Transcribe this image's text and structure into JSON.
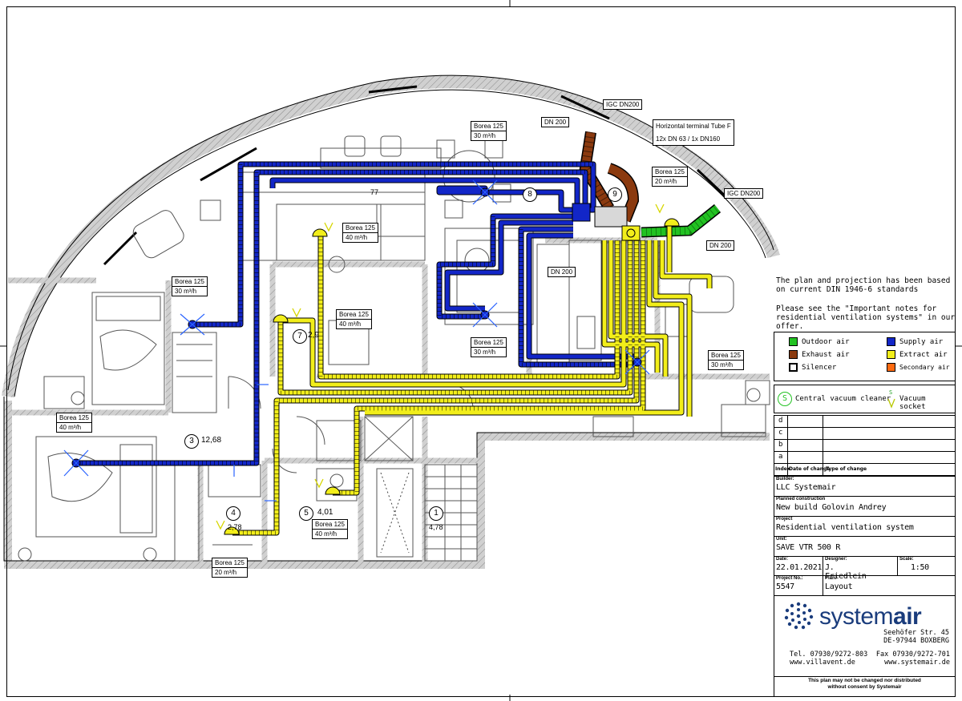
{
  "colors": {
    "outdoor_air": "#22c222",
    "exhaust_air": "#8b3a0f",
    "supply_air": "#1226c8",
    "extract_air": "#f2ee1a",
    "secondary_air": "#ff6a10",
    "wall": "#bdbdbd",
    "logo": "#1a3c7c"
  },
  "duct_labels": {
    "igc_dn200_top": "IGC DN200",
    "igc_dn200_right": "IGC DN200",
    "dn200_top": "DN 200",
    "dn200_right": "DN 200",
    "dn200_center": "DN 200",
    "terminal_tube_line1": "Horizontal terminal Tube F",
    "terminal_tube_line2": "12x DN 63 / 1x DN160"
  },
  "valves": [
    {
      "id": "v1",
      "name": "Borea 125",
      "flow": "30 m³/h"
    },
    {
      "id": "v2",
      "name": "Borea 125",
      "flow": "20 m³/h"
    },
    {
      "id": "v3",
      "name": "Borea 125",
      "flow": "40 m³/h"
    },
    {
      "id": "v4",
      "name": "Borea 125",
      "flow": "30 m³/h"
    },
    {
      "id": "v5",
      "name": "Borea 125",
      "flow": "40 m³/h"
    },
    {
      "id": "v6",
      "name": "Borea 125",
      "flow": "30 m³/h"
    },
    {
      "id": "v7",
      "name": "Borea 125",
      "flow": "30 m³/h"
    },
    {
      "id": "v8",
      "name": "Borea 125",
      "flow": "40 m³/h"
    },
    {
      "id": "v9",
      "name": "Borea 125",
      "flow": "40 m³/h"
    },
    {
      "id": "v10",
      "name": "Borea 125",
      "flow": "20 m³/h"
    }
  ],
  "rooms": {
    "r1": "1",
    "r1_area": "4,78",
    "r3": "3",
    "r3_area": "12,68",
    "r4": "4",
    "r4_area": "2,78",
    "r5": "5",
    "r5_area": "4,01",
    "r7": "7",
    "r7_area": "2,9",
    "r8": "8",
    "r9": "9",
    "ref_77": "77"
  },
  "notes": {
    "line1": "The plan and projection has been based",
    "line2": "on current DIN 1946-6 standards",
    "line3": "Please see the \"Important notes for",
    "line4": "residential ventilation systems\" in our offer."
  },
  "legend": {
    "outdoor": "Outdoor air",
    "exhaust": "Exhaust air",
    "silencer": "Silencer",
    "supply": "Supply air",
    "extract": "Extract air",
    "secondary": "Secondary air",
    "central_vac": "Central vacuum cleaner",
    "vac_socket": "Vacuum socket",
    "central_vac_symbol": "S",
    "vac_socket_symbol": "S"
  },
  "revisions": {
    "rows": [
      "d",
      "c",
      "b",
      "a"
    ],
    "col_index": "Index",
    "col_date": "Date of change",
    "col_type": "Type of change"
  },
  "title_block": {
    "builder_label": "Builder:",
    "builder": "LLC Systemair",
    "planned_label": "Planned construction",
    "planned": "New build  Golovin Andrey",
    "project_label": "Project",
    "project": "Residential ventilation system",
    "unit_label": "Unit:",
    "unit": "SAVE VTR 500 R",
    "date_label": "Date:",
    "date": "22.01.2021",
    "designer_label": "Designer:",
    "designer": "J. Friedlein",
    "scale_label": "Scale:",
    "scale": "1:50",
    "projno_label": "Project No.:",
    "projno": "5547",
    "plan_label": "Plan:",
    "plan": "Layout"
  },
  "company": {
    "logo_part1": "system",
    "logo_part2": "air",
    "street": "Seehöfer Str. 45",
    "city": "DE-97944 BOXBERG",
    "tel": "Tel. 07930/9272-803",
    "fax": "Fax 07930/9272-701",
    "web1": "www.villavent.de",
    "web2": "www.systemair.de",
    "disclaimer1": "This plan may not be changed nor distributed",
    "disclaimer2": "without consent by Systemair"
  }
}
